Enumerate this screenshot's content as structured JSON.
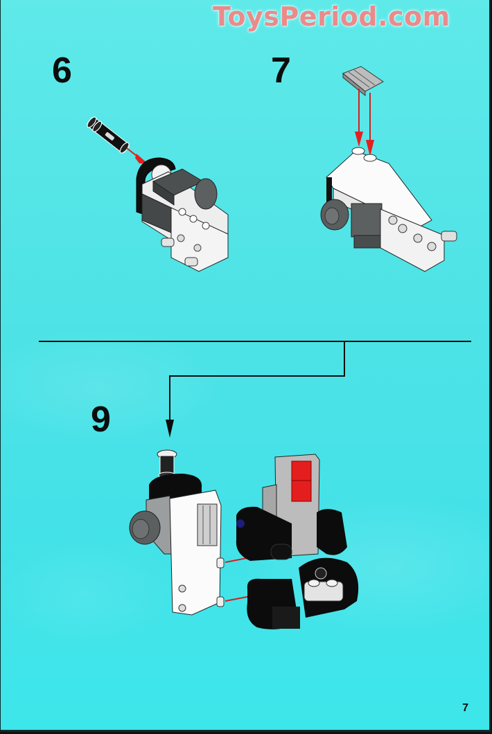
{
  "watermark": {
    "text": "ToysPeriod.com",
    "color": "#ec8a8a"
  },
  "background_color": "#4fe3e6",
  "steps": [
    {
      "number": "6",
      "description": "Insert black friction pin with red-arrow into white/dark-gray assembly with black bent part"
    },
    {
      "number": "7",
      "description": "Attach light-gray grille tile onto two studs of white wedge assembly (red arrows)"
    },
    {
      "number": "9",
      "description": "Insert pin into top; connect white sub-assembly to black/gray frame with red-tile (red arrows)"
    }
  ],
  "separator": {
    "type": "horizontal-rule-with-callout-arrow"
  },
  "arrow_colors": {
    "insert": "#d81e1e",
    "callout": "#0c0c0c"
  },
  "page_number": "7"
}
